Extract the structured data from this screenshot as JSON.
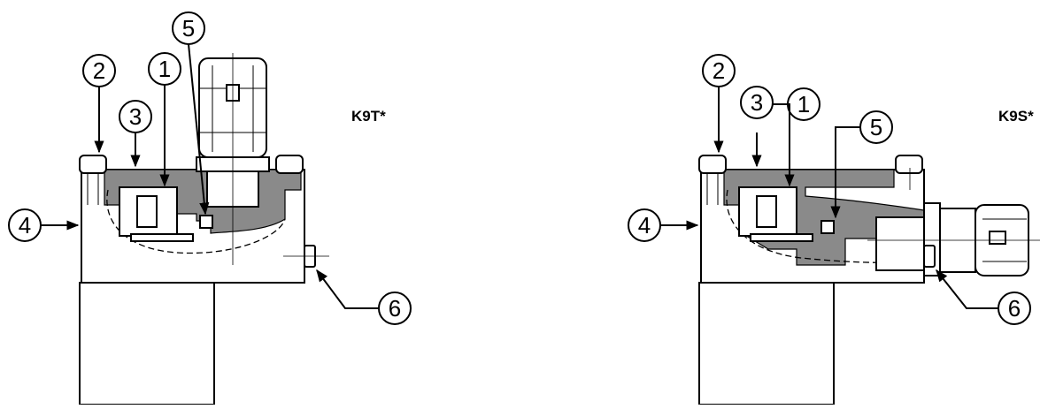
{
  "views": [
    {
      "model_label": "K9T*",
      "callouts": [
        "1",
        "2",
        "3",
        "4",
        "5",
        "6"
      ]
    },
    {
      "model_label": "K9S*",
      "callouts": [
        "1",
        "2",
        "3",
        "4",
        "5",
        "6"
      ]
    }
  ]
}
